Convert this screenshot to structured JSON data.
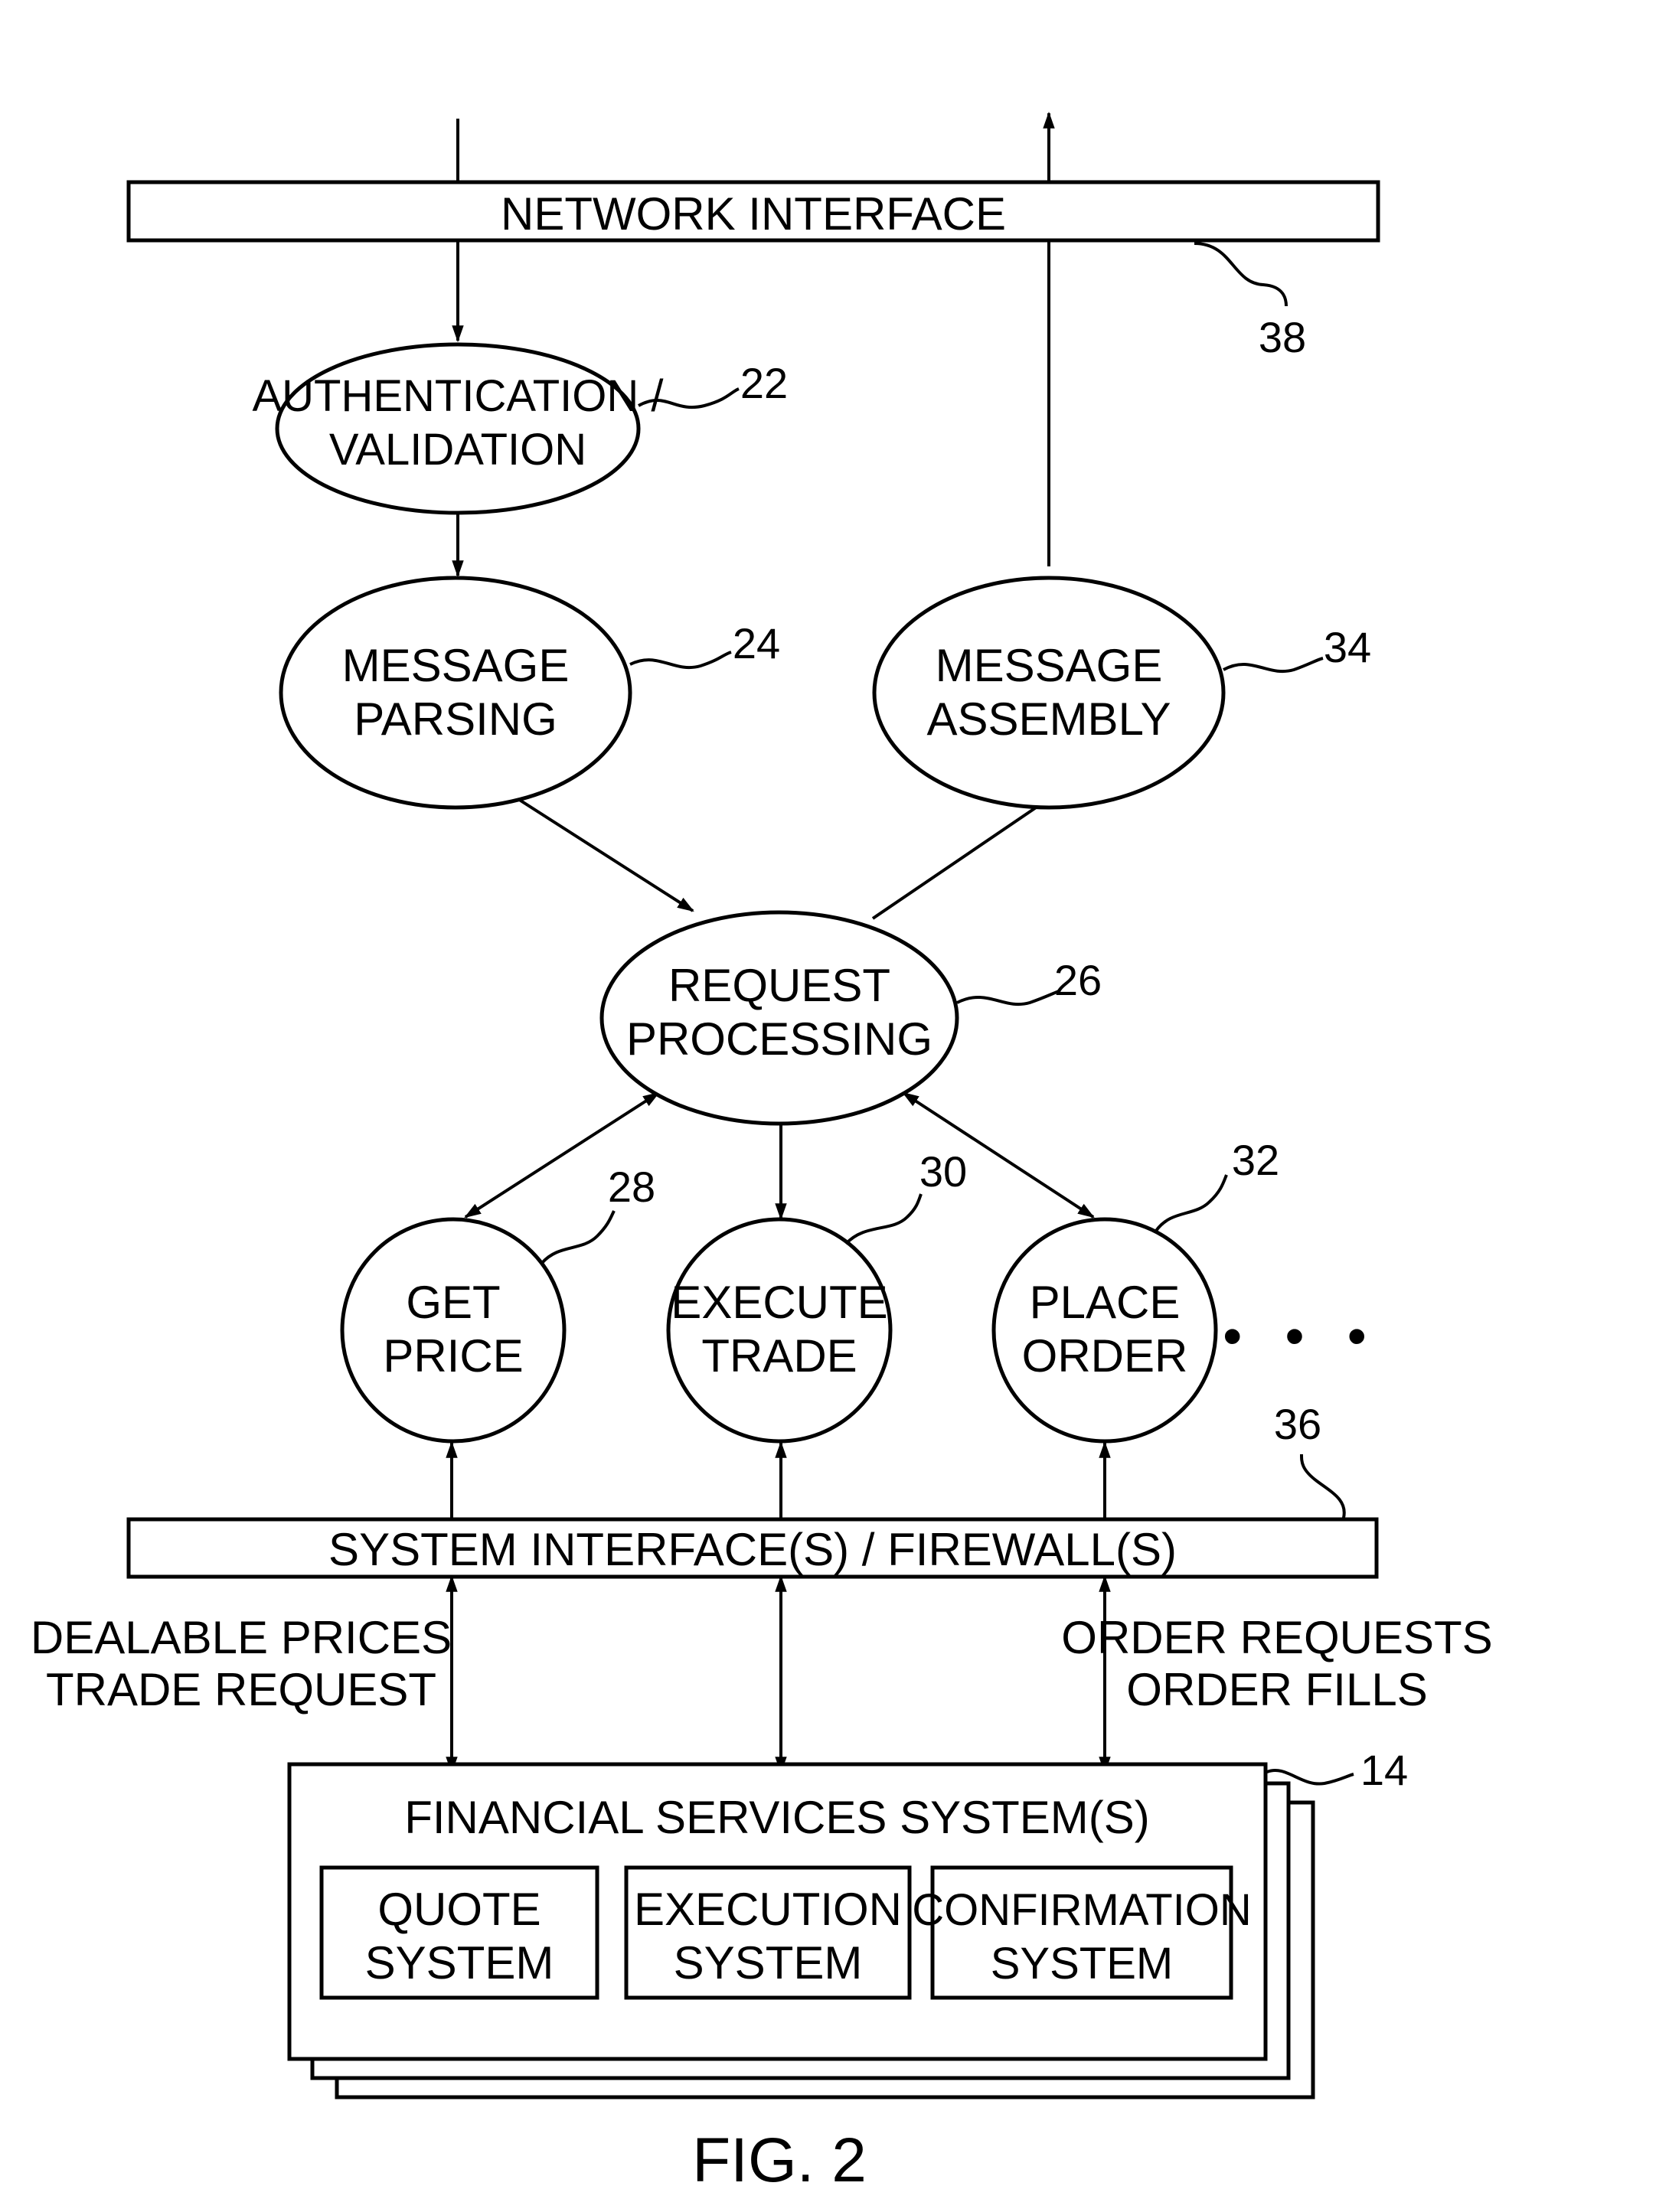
{
  "network_interface": {
    "label": "NETWORK INTERFACE",
    "ref": "38"
  },
  "nodes": {
    "auth": {
      "line1": "AUTHENTICATION /",
      "line2": "VALIDATION",
      "ref": "22"
    },
    "parsing": {
      "line1": "MESSAGE",
      "line2": "PARSING",
      "ref": "24"
    },
    "assembly": {
      "line1": "MESSAGE",
      "line2": "ASSEMBLY",
      "ref": "34"
    },
    "request": {
      "line1": "REQUEST",
      "line2": "PROCESSING",
      "ref": "26"
    },
    "get_price": {
      "line1": "GET",
      "line2": "PRICE",
      "ref": "28"
    },
    "execute_trade": {
      "line1": "EXECUTE",
      "line2": "TRADE",
      "ref": "30"
    },
    "place_order": {
      "line1": "PLACE",
      "line2": "ORDER",
      "ref": "32"
    }
  },
  "ellipsis": "• • •",
  "system_interface": {
    "label": "SYSTEM INTERFACE(S) / FIREWALL(S)",
    "ref": "36"
  },
  "left_flow": {
    "line1": "DEALABLE PRICES",
    "line2": "TRADE REQUEST"
  },
  "right_flow": {
    "line1": "ORDER REQUESTS",
    "line2": "ORDER FILLS"
  },
  "financial_services": {
    "title": "FINANCIAL SERVICES SYSTEM(S)",
    "ref": "14",
    "subsystems": [
      {
        "line1": "QUOTE",
        "line2": "SYSTEM"
      },
      {
        "line1": "EXECUTION",
        "line2": "SYSTEM"
      },
      {
        "line1": "CONFIRMATION",
        "line2": "SYSTEM"
      }
    ]
  },
  "figure_caption": "FIG. 2"
}
